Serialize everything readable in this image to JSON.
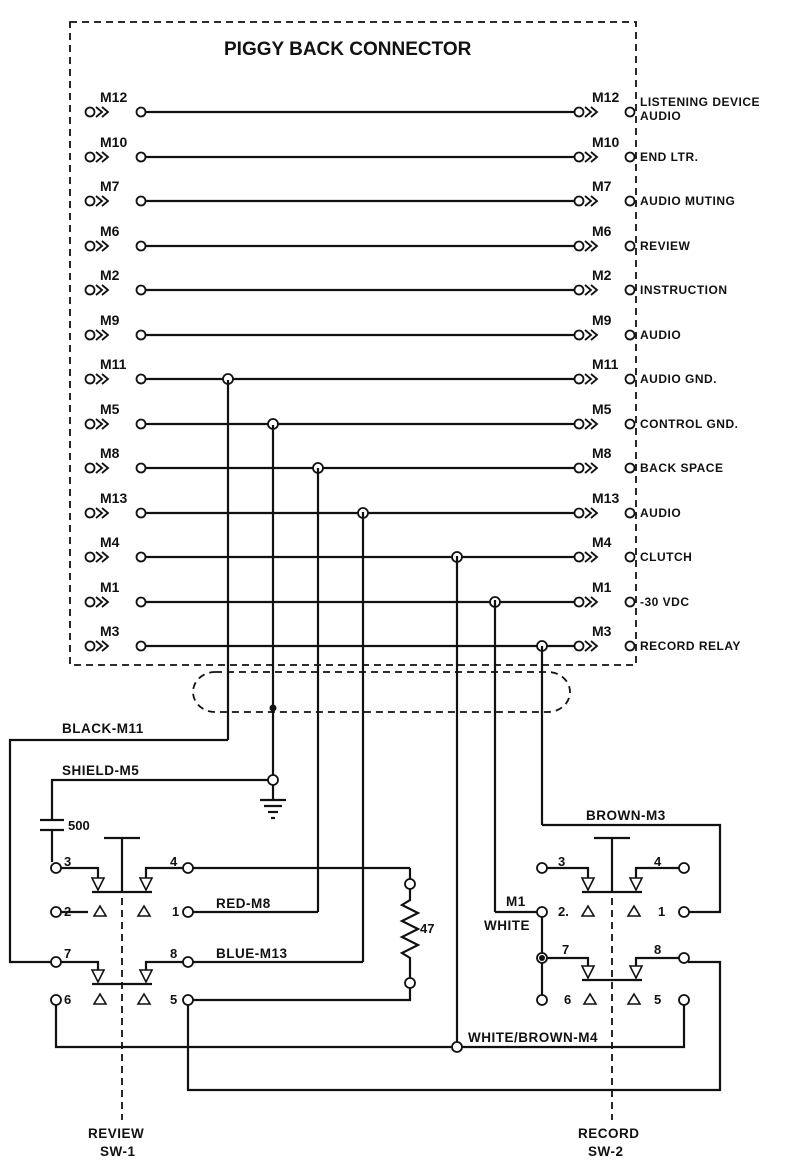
{
  "connector": {
    "title": "PIGGY BACK CONNECTOR",
    "pins": [
      {
        "left": "M12",
        "right": "M12",
        "signal": "LISTENING DEVICE",
        "signal2": "AUDIO"
      },
      {
        "left": "M10",
        "right": "M10",
        "signal": "END LTR.",
        "signal2": ""
      },
      {
        "left": "M7",
        "right": "M7",
        "signal": "AUDIO MUTING",
        "signal2": ""
      },
      {
        "left": "M6",
        "right": "M6",
        "signal": "REVIEW",
        "signal2": ""
      },
      {
        "left": "M2",
        "right": "M2",
        "signal": "INSTRUCTION",
        "signal2": ""
      },
      {
        "left": "M9",
        "right": "M9",
        "signal": "AUDIO",
        "signal2": ""
      },
      {
        "left": "M11",
        "right": "M11",
        "signal": "AUDIO GND.",
        "signal2": ""
      },
      {
        "left": "M5",
        "right": "M5",
        "signal": "CONTROL GND.",
        "signal2": ""
      },
      {
        "left": "M8",
        "right": "M8",
        "signal": "BACK SPACE",
        "signal2": ""
      },
      {
        "left": "M13",
        "right": "M13",
        "signal": "AUDIO",
        "signal2": ""
      },
      {
        "left": "M4",
        "right": "M4",
        "signal": "CLUTCH",
        "signal2": ""
      },
      {
        "left": "M1",
        "right": "M1",
        "signal": "-30 VDC",
        "signal2": ""
      },
      {
        "left": "M3",
        "right": "M3",
        "signal": "RECORD RELAY",
        "signal2": ""
      }
    ]
  },
  "wires": {
    "black": "BLACK-M11",
    "shield": "SHIELD-M5",
    "red": "RED-M8",
    "blue": "BLUE-M13",
    "white_brown": "WHITE/BROWN-M4",
    "brown": "BROWN-M3",
    "m1": "M1",
    "white": "WHITE"
  },
  "components": {
    "capacitor": "500",
    "resistor": "47"
  },
  "switches": {
    "review": {
      "name": "REVIEW",
      "id": "SW-1",
      "contacts": [
        "3",
        "2",
        "4",
        "1",
        "7",
        "6",
        "8",
        "5"
      ]
    },
    "record": {
      "name": "RECORD",
      "id": "SW-2",
      "contacts": [
        "3",
        "4",
        "2.",
        "1",
        "7",
        "8",
        "6",
        "5"
      ]
    }
  }
}
